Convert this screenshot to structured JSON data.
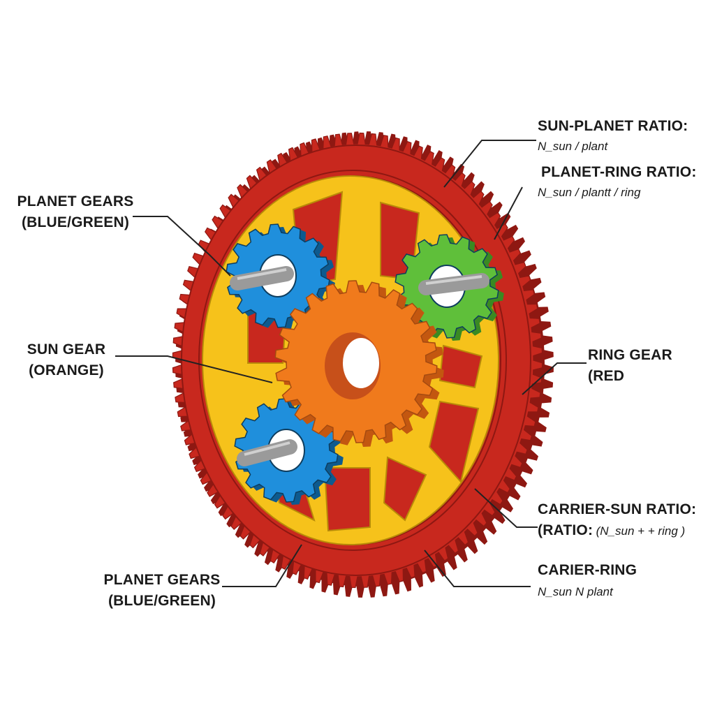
{
  "labels": {
    "planet_gears_top": {
      "line1": "PLANET GEARS",
      "line2": "(BLUE/GREEN)"
    },
    "sun_gear": {
      "line1": "SUN GEAR",
      "line2": "(ORANGE)"
    },
    "planet_gears_bottom": {
      "line1": "PLANET GEARS",
      "line2": "(BLUE/GREEN)"
    },
    "sun_planet_ratio": {
      "title": "SUN-PLANET RATIO:",
      "formula": "N_sun / plant"
    },
    "planet_ring_ratio": {
      "title": "PLANET-RING RATIO:",
      "formula": "N_sun / plantt / ring"
    },
    "ring_gear": {
      "line1": "RING GEAR",
      "line2": "(RED"
    },
    "carrier_sun_ratio": {
      "title": "CARRIER-SUN RATIO:",
      "prefix": "(RATIO:",
      "formula": "(N_sun + + ring )"
    },
    "carrier_ring": {
      "title": "CARIER-RING",
      "formula": "N_sun  N plant"
    }
  },
  "colors": {
    "ring": "#c8281e",
    "ring_dark": "#8e1812",
    "carrier": "#f6c21b",
    "sun": "#f07a1c",
    "planet_blue": "#1f8fdc",
    "planet_green": "#5fbf3a",
    "axle": "#9a9a9a",
    "leader_line": "#222222"
  }
}
